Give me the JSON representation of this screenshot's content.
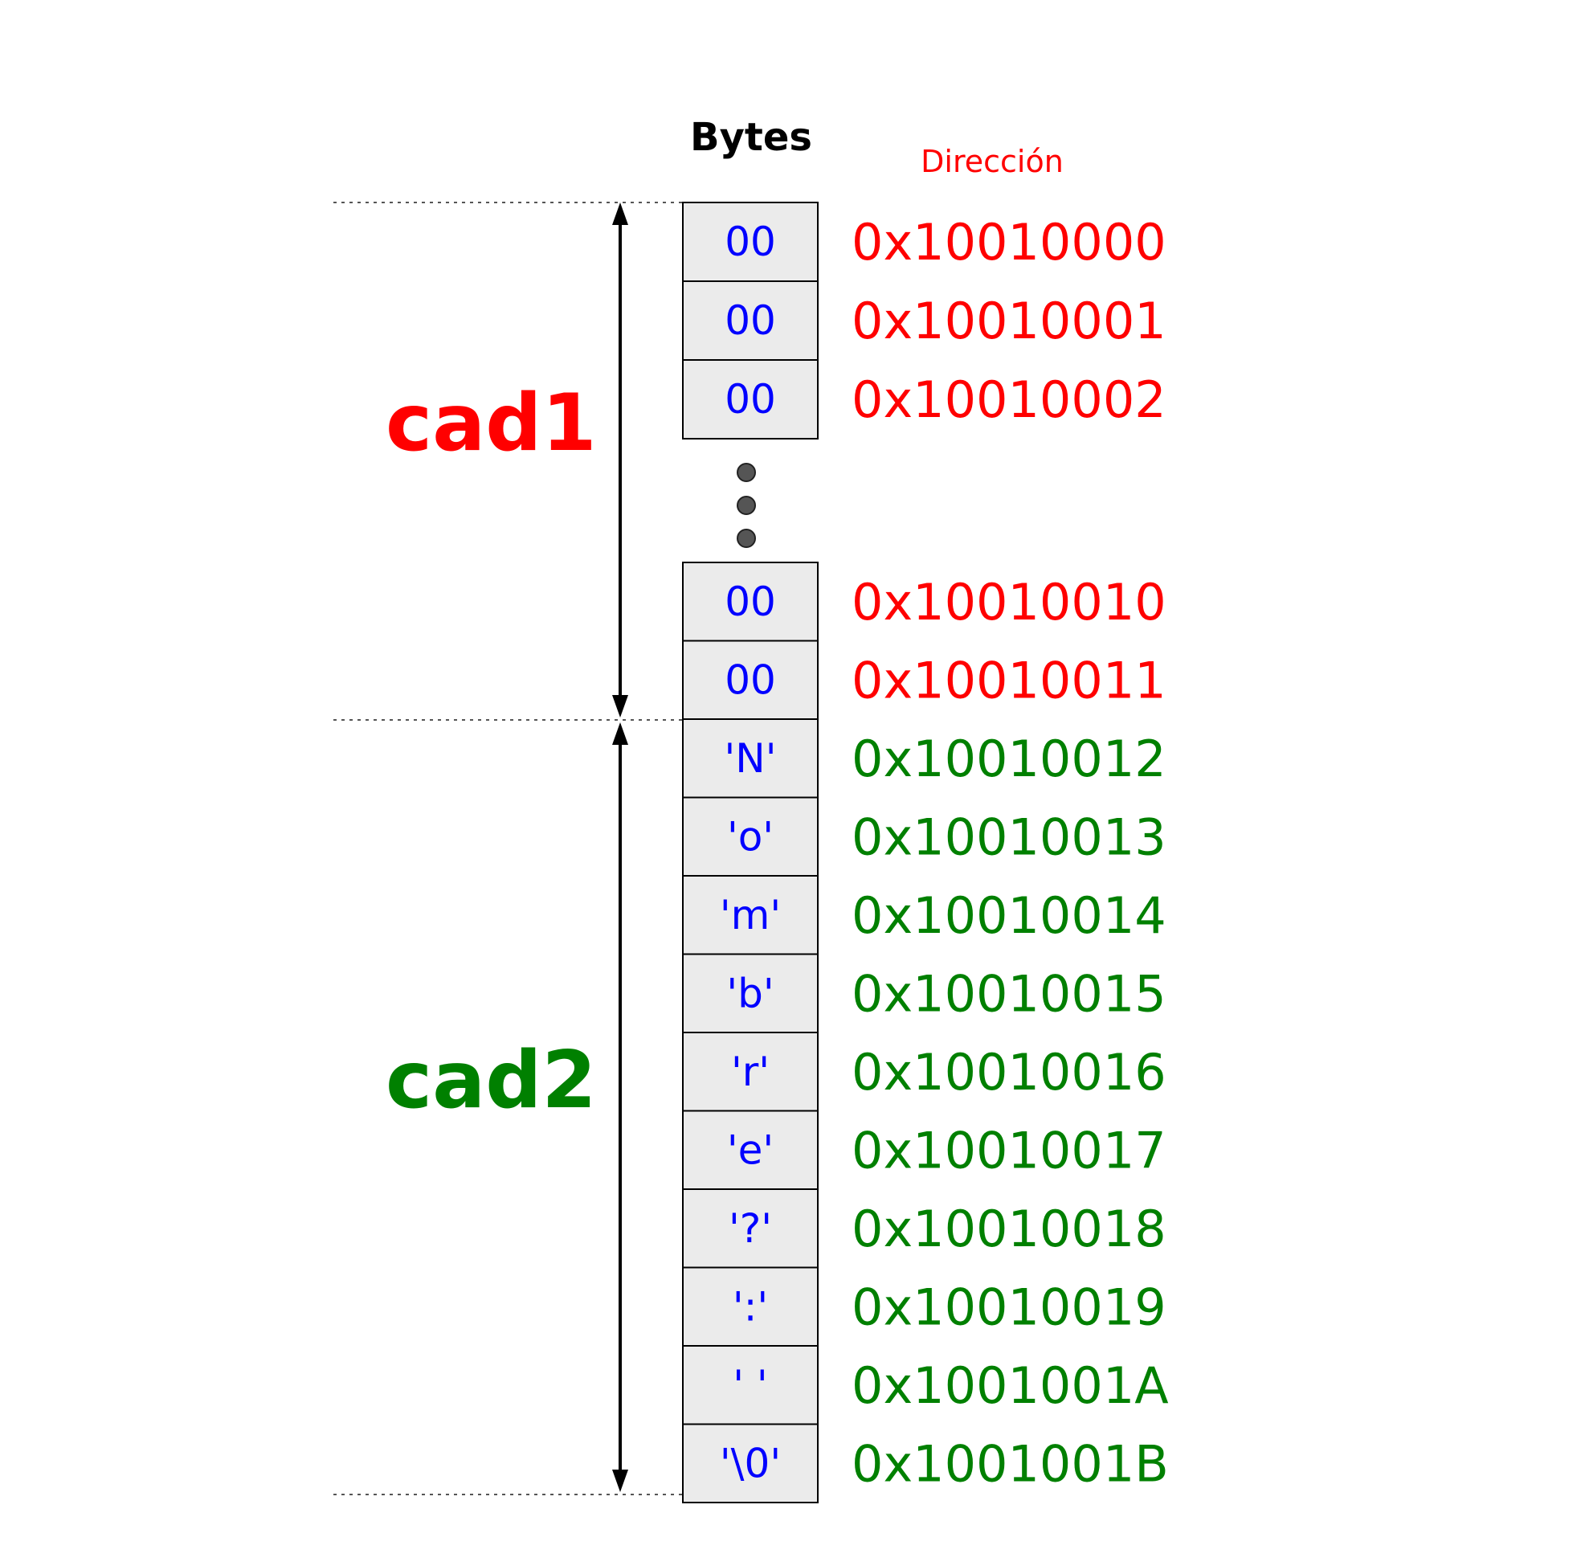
{
  "headers": {
    "bytes": "Bytes",
    "address": "Dirección"
  },
  "variables": [
    {
      "name": "cad1",
      "color": "#ff0000"
    },
    {
      "name": "cad2",
      "color": "#008000"
    }
  ],
  "colors": {
    "byte_text": "#0000ff",
    "cell_fill": "#ebebeb",
    "address_header": "#ff0000",
    "ellipsis_dot": "#555555",
    "cad1": "#ff0000",
    "cad2": "#008000"
  },
  "cells_top": [
    {
      "value": "00",
      "address": "0x10010000",
      "owner": "cad1"
    },
    {
      "value": "00",
      "address": "0x10010001",
      "owner": "cad1"
    },
    {
      "value": "00",
      "address": "0x10010002",
      "owner": "cad1"
    }
  ],
  "ellipsis": "vertical-ellipsis-icon",
  "cells_bottom": [
    {
      "value": "00",
      "address": "0x10010010",
      "owner": "cad1"
    },
    {
      "value": "00",
      "address": "0x10010011",
      "owner": "cad1"
    },
    {
      "value": "'N'",
      "address": "0x10010012",
      "owner": "cad2"
    },
    {
      "value": "'o'",
      "address": "0x10010013",
      "owner": "cad2"
    },
    {
      "value": "'m'",
      "address": "0x10010014",
      "owner": "cad2"
    },
    {
      "value": "'b'",
      "address": "0x10010015",
      "owner": "cad2"
    },
    {
      "value": "'r'",
      "address": "0x10010016",
      "owner": "cad2"
    },
    {
      "value": "'e'",
      "address": "0x10010017",
      "owner": "cad2"
    },
    {
      "value": "'?'",
      "address": "0x10010018",
      "owner": "cad2"
    },
    {
      "value": "':'",
      "address": "0x10010019",
      "owner": "cad2"
    },
    {
      "value": "' '",
      "address": "0x1001001A",
      "owner": "cad2"
    },
    {
      "value": "'\\0'",
      "address": "0x1001001B",
      "owner": "cad2"
    }
  ]
}
